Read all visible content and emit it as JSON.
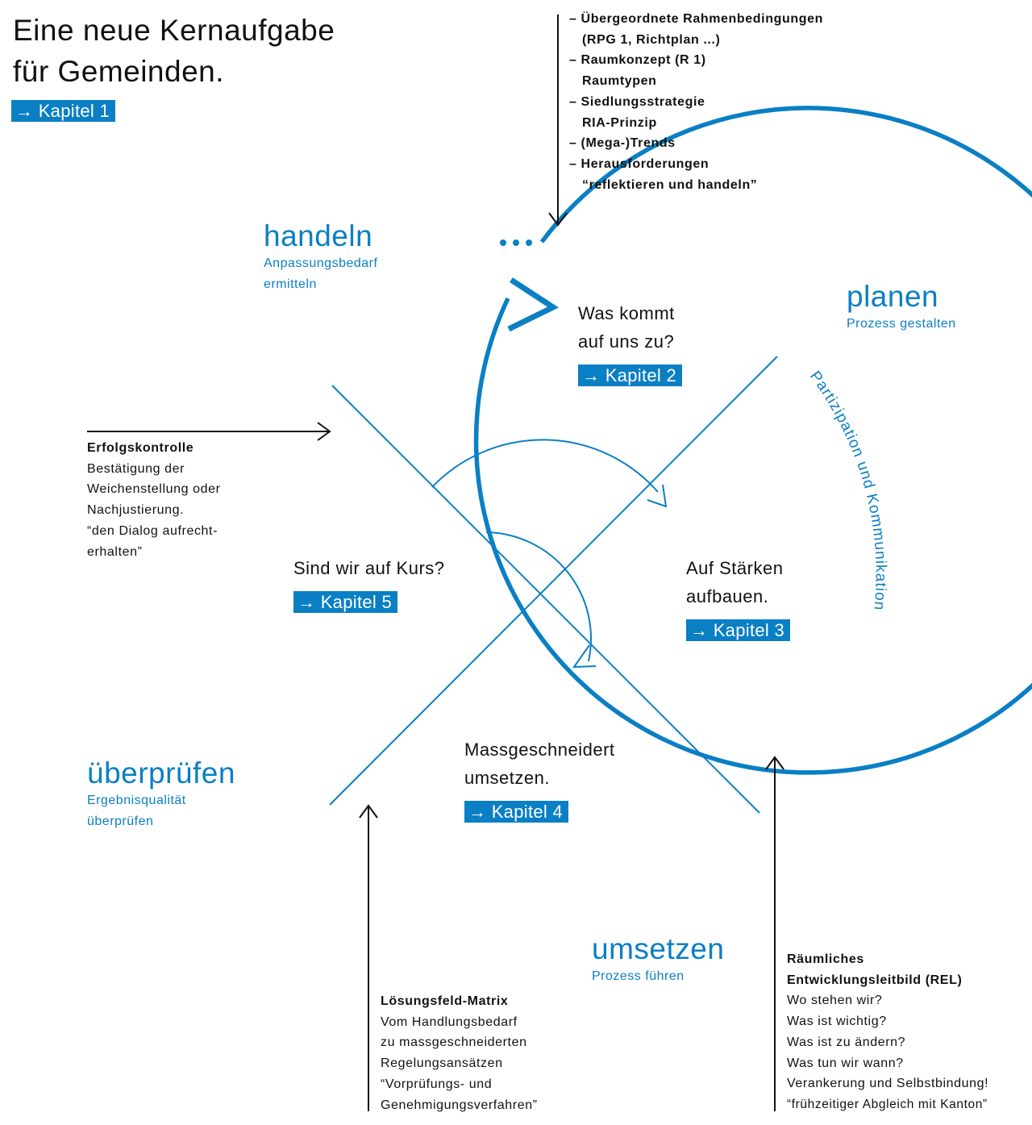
{
  "header": {
    "title_line1": "Eine neue Kernaufgabe",
    "title_line2": "für Gemeinden.",
    "kapitel": "→ Kapitel 1"
  },
  "top_list": [
    "– Übergeordnete Rahmenbedingungen",
    "(RPG 1, Richtplan ...)",
    "– Raumkonzept (R 1)",
    "Raumtypen",
    "– Siedlungsstrategie",
    "RIA-Prinzip",
    "– (Mega-)Trends",
    "– Herausforderungen",
    "“reflektieren und handeln”"
  ],
  "phases": {
    "handeln": {
      "label": "handeln",
      "sub1": "Anpassungsbedarf",
      "sub2": "ermitteln"
    },
    "planen": {
      "label": "planen",
      "sub1": "Prozess gestalten"
    },
    "ueberpruefen": {
      "label": "überprüfen",
      "sub1": "Ergebnisqualität",
      "sub2": "überprüfen"
    },
    "umsetzen": {
      "label": "umsetzen",
      "sub1": "Prozess führen"
    }
  },
  "circle_label": "Partizipation und Kommunikation",
  "continuation": "...",
  "quadrants": {
    "top": {
      "line1": "Was kommt",
      "line2": "auf uns zu?",
      "kapitel": "→ Kapitel 2"
    },
    "right": {
      "line1": "Auf Stärken",
      "line2": "aufbauen.",
      "kapitel": "→ Kapitel 3"
    },
    "bottom": {
      "line1": "Massgeschneidert",
      "line2": "umsetzen.",
      "kapitel": "→ Kapitel 4"
    },
    "left": {
      "line1": "Sind wir auf Kurs?",
      "kapitel": "→ Kapitel 5"
    }
  },
  "notes": {
    "erfolgskontrolle": {
      "title": "Erfolgskontrolle",
      "lines": [
        "Bestätigung der",
        "Weichenstellung oder",
        "Nachjustierung.",
        "“den Dialog aufrecht-",
        "erhalten”"
      ]
    },
    "loesungsfeld": {
      "title": "Lösungsfeld-Matrix",
      "lines": [
        "Vom Handlungsbedarf",
        "zu massgeschneiderten",
        "Regelungsansätzen",
        "“Vorprüfungs- und",
        "Genehmigungsverfahren”"
      ]
    },
    "rel": {
      "title1": "Räumliches",
      "title2": "Entwicklungsleitbild (REL)",
      "lines": [
        "Wo stehen wir?",
        "Was ist wichtig?",
        "Was ist zu ändern?",
        "Was tun wir wann?",
        "Verankerung und Selbstbindung!",
        "“frühzeitiger Abgleich mit Kanton”"
      ]
    }
  },
  "colors": {
    "accent": "#0a7fc4",
    "text": "#111111"
  }
}
